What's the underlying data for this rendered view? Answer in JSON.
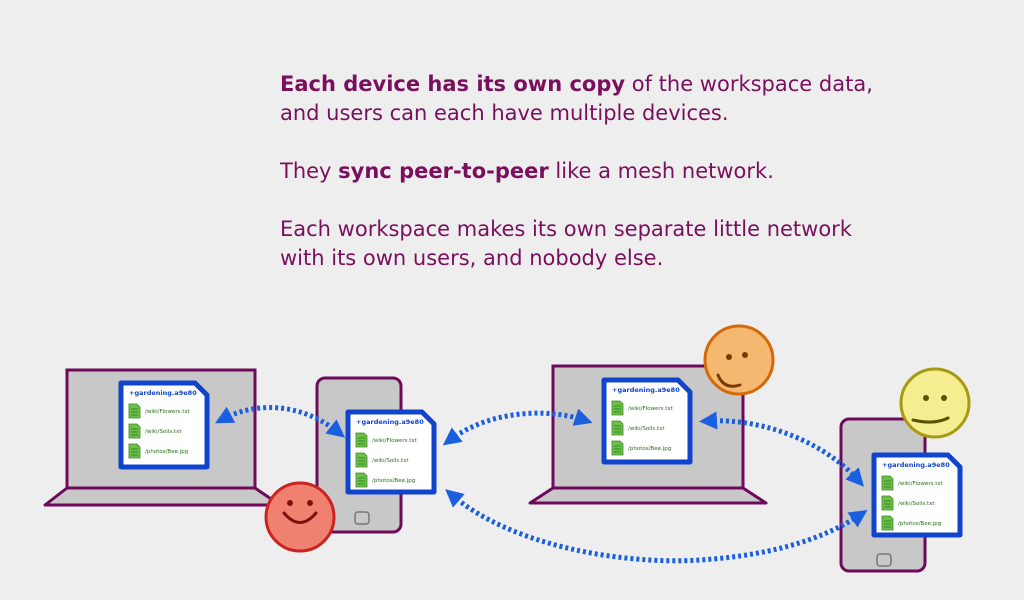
{
  "text": {
    "p1_bold": "Each device has its own copy",
    "p1_rest": " of the workspace data,",
    "p1_line2": "and users can each have multiple devices.",
    "p2_pre": "They ",
    "p2_bold": "sync peer-to-peer",
    "p2_post": " like a mesh network.",
    "p3_line1": "Each workspace makes its own separate little network",
    "p3_line2": "with its own users, and nobody else."
  },
  "workspace": {
    "name": "+gardening.a9e80",
    "files": [
      "/wiki/Flowers.txt",
      "/wiki/Soils.txt",
      "/photos/Bee.jpg"
    ]
  },
  "colors": {
    "device_frame": "#6e0a5a",
    "device_screen": "#c8c8c8",
    "arrow": "#1a5fe0",
    "doc_border": "#1144cc",
    "file_icon": "#6cc04a",
    "user_red": "#f08070",
    "user_orange": "#f5b870",
    "user_yellow": "#f5ee90"
  }
}
